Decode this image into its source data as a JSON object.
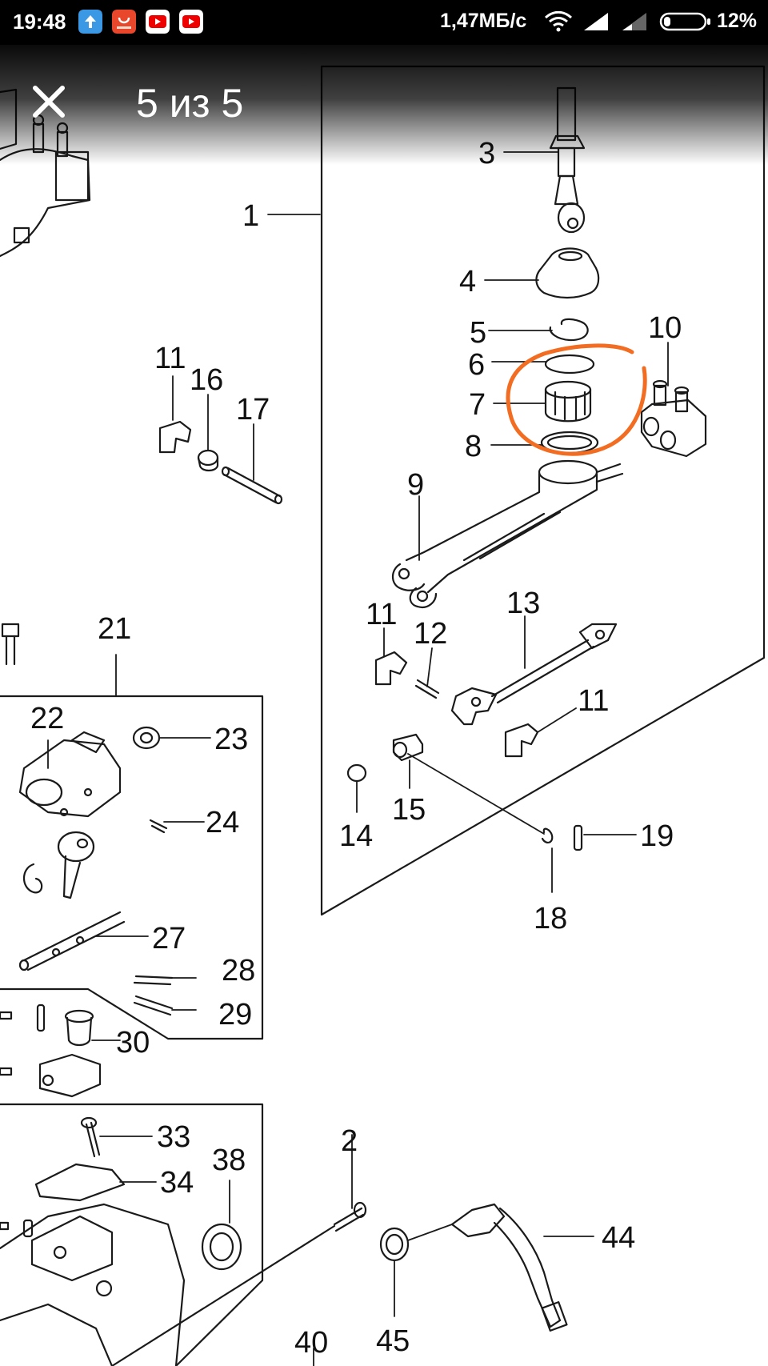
{
  "status_bar": {
    "time": "19:48",
    "app_icons": [
      "upload-icon",
      "aliexpress-icon",
      "youtube-icon",
      "youtube-icon"
    ],
    "net_speed": "1,47МБ/с",
    "battery": "12%"
  },
  "viewer": {
    "counter": "5 из 5"
  },
  "diagram": {
    "highlight_color": "#f26d21",
    "labels": [
      "1",
      "2",
      "3",
      "4",
      "5",
      "6",
      "7",
      "8",
      "9",
      "10",
      "11",
      "12",
      "13",
      "14",
      "15",
      "16",
      "17",
      "18",
      "19",
      "21",
      "22",
      "23",
      "24",
      "27",
      "28",
      "29",
      "30",
      "33",
      "34",
      "38",
      "40",
      "44",
      "45"
    ],
    "label_11_secondary": "11",
    "label_11_tertiary": "11"
  }
}
